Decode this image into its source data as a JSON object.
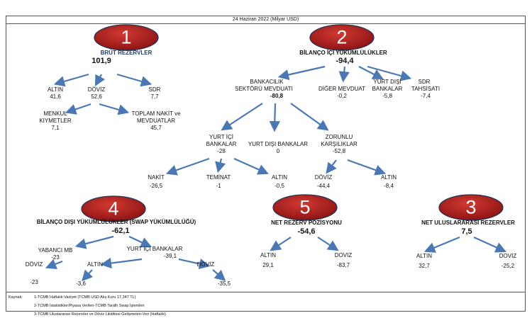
{
  "header": "24 Haziran 2022 (Milyar USD)",
  "badges": [
    "1",
    "2",
    "3",
    "4",
    "5"
  ],
  "n1": {
    "title": "BRÜT REZERVLER",
    "total": "101,9",
    "altin": "ALTIN",
    "altin_v": "41,6",
    "doviz": "DÖVİZ",
    "doviz_v": "52,6",
    "sdr": "SDR",
    "sdr_v": "7,7",
    "menkul1": "MENKUL",
    "menkul2": "KIYMETLER",
    "menkul_v": "7,1",
    "nakit1": "TOPLAM NAKİT ve",
    "nakit2": "MEVDUATLAR",
    "nakit_v": "45,7"
  },
  "n2": {
    "title": "BİLANÇO İÇİ YÜKÜMLÜLÜKLER",
    "total": "-94,4",
    "bank1": "BANKACILIK",
    "bank2": "SEKTÖRÜ MEVDUATI",
    "bank_v": "-80,8",
    "diger": "DİĞER MEVDUAT",
    "diger_v": "-0,2",
    "ydb1": "YURT DIŞI",
    "ydb2": "BANKALAR",
    "ydb_v": "-5,8",
    "sdr1": "SDR",
    "sdr2": "TAHSİSATI",
    "sdr_v": "-7,4",
    "yib1": "YURT İÇİ",
    "yib2": "BANKALAR",
    "yib_v": "-28",
    "ydb3": "YURT DIŞI BANKALAR",
    "ydb3_v": "0",
    "zor1": "ZORUNLU",
    "zor2": "KARŞILIKLAR",
    "zor_v": "-52,8",
    "nakit": "NAKİT",
    "nakit_v": "-26,5",
    "teminat": "TEMİNAT",
    "teminat_v": "-1",
    "altin1": "ALTIN",
    "altin1_v": "-0,5",
    "doviz": "DÖVİZ",
    "doviz_v": "-44,4",
    "altin2": "ALTIN",
    "altin2_v": "-8,4"
  },
  "n4": {
    "title": "BİLANÇO DIŞI  YÜKÜMLÜLÜKLER (SWAP YÜKÜMLÜLÜĞÜ)",
    "total": "-62,1",
    "ymb": "YABANCI MB",
    "ymb_v": "-23",
    "doviz1": "DÖVİZ",
    "doviz1_v": "-23",
    "yib": "YURT İÇİ BANKALAR",
    "yib_v": "-39,1",
    "altin": "ALTIN",
    "altin_v": "-3,6",
    "doviz2": "DÖVİZ",
    "doviz2_v": "-35,5"
  },
  "n5": {
    "title": "NET REZERV POZİSYONU",
    "total": "-54,6",
    "altin": "ALTIN",
    "altin_v": "29,1",
    "doviz": "DOVIZ",
    "doviz_v": "-83,7"
  },
  "n3": {
    "title": "NET ULUSLARARASI REZERVLER",
    "total": "7,5",
    "altin": "ALTIN",
    "altin_v": "32,7",
    "doviz": "DOVIZ",
    "doviz_v": "-25,2"
  },
  "footer": {
    "label": "Kaynak:",
    "s1": "1-TCMB Haftalık Vaziyet (TCMB USD Alış Kuru 17,347 TL)",
    "s2": "2-TCMB İstatistikler/Piyasa Verileri-TCMB Taraflı Swap İşlemleri",
    "s3": "3-TCMB Uluslararası Rezervler ve Döviz Likiditesi Gelişmeleri-Veri (Haftalık)"
  },
  "colors": {
    "badge": "#b01c1c",
    "arrow": "#4a78b5",
    "frame": "#555555"
  }
}
